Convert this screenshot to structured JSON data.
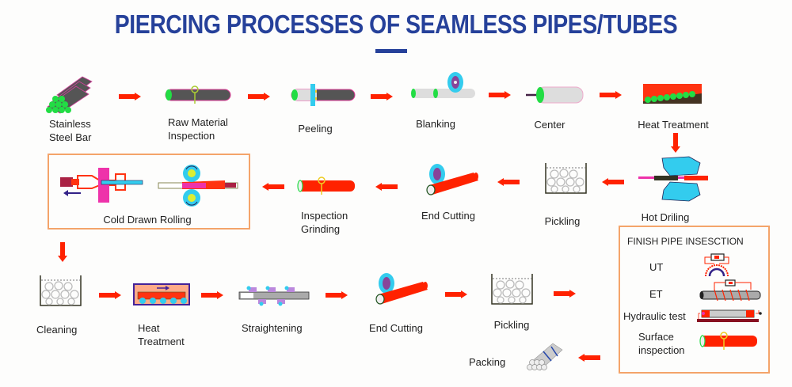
{
  "title": "PIERCING PROCESSES OF SEAMLESS PIPES/TUBES",
  "colors": {
    "title": "#26419a",
    "arrow": "#ff2200",
    "box_border": "#f4a46a",
    "pipe_red": "#ff2200",
    "pipe_gray": "#555555",
    "end_green": "#22dd44",
    "tool_cyan": "#33ccee"
  },
  "row1": [
    {
      "label_line1": "Stainless",
      "label_line2": "Steel Bar",
      "icon": "steel-bar-bundle"
    },
    {
      "label_line1": "Raw Material",
      "label_line2": "Inspection",
      "icon": "inspection-bar"
    },
    {
      "label_line1": "Peeling",
      "icon": "peeling-bar"
    },
    {
      "label_line1": "Blanking",
      "icon": "blanking-saw"
    },
    {
      "label_line1": "Center",
      "icon": "center-bar"
    },
    {
      "label_line1": "Heat Treatment",
      "icon": "heat-furnace"
    }
  ],
  "row2": [
    {
      "label_line1": "Hot Driling",
      "icon": "hot-piercing-rolls"
    },
    {
      "label_line1": "Pickling",
      "icon": "pickling-tank"
    },
    {
      "label_line1": "End Cutting",
      "icon": "end-cutting-saw"
    },
    {
      "label_line1": "Inspection",
      "label_line2": "Grinding",
      "icon": "inspection-pipe"
    },
    {
      "label_line1": "Cold Drawn Rolling",
      "icon": "cold-drawn-rolling"
    }
  ],
  "row3": [
    {
      "label_line1": "Cleaning",
      "icon": "cleaning-tank"
    },
    {
      "label_line1": "Heat",
      "label_line2": "Treatment",
      "icon": "heat-treatment-furnace"
    },
    {
      "label_line1": "Straightening",
      "icon": "straightening-rolls"
    },
    {
      "label_line1": "End Cutting",
      "icon": "end-cutting-saw"
    },
    {
      "label_line1": "Pickling",
      "icon": "pickling-tank"
    },
    {
      "label_line1": "Packing",
      "icon": "pipe-bundle"
    }
  ],
  "finish": {
    "title": "FINISH PIPE INSESCTION",
    "items": [
      {
        "label_line1": "UT",
        "icon": "ultrasonic-test"
      },
      {
        "label_line1": "ET",
        "icon": "eddy-current-test"
      },
      {
        "label_line1": "Hydraulic test",
        "icon": "hydraulic-test"
      },
      {
        "label_line1": "Surface",
        "label_line2": "inspection",
        "icon": "surface-inspection-pipe"
      }
    ]
  }
}
